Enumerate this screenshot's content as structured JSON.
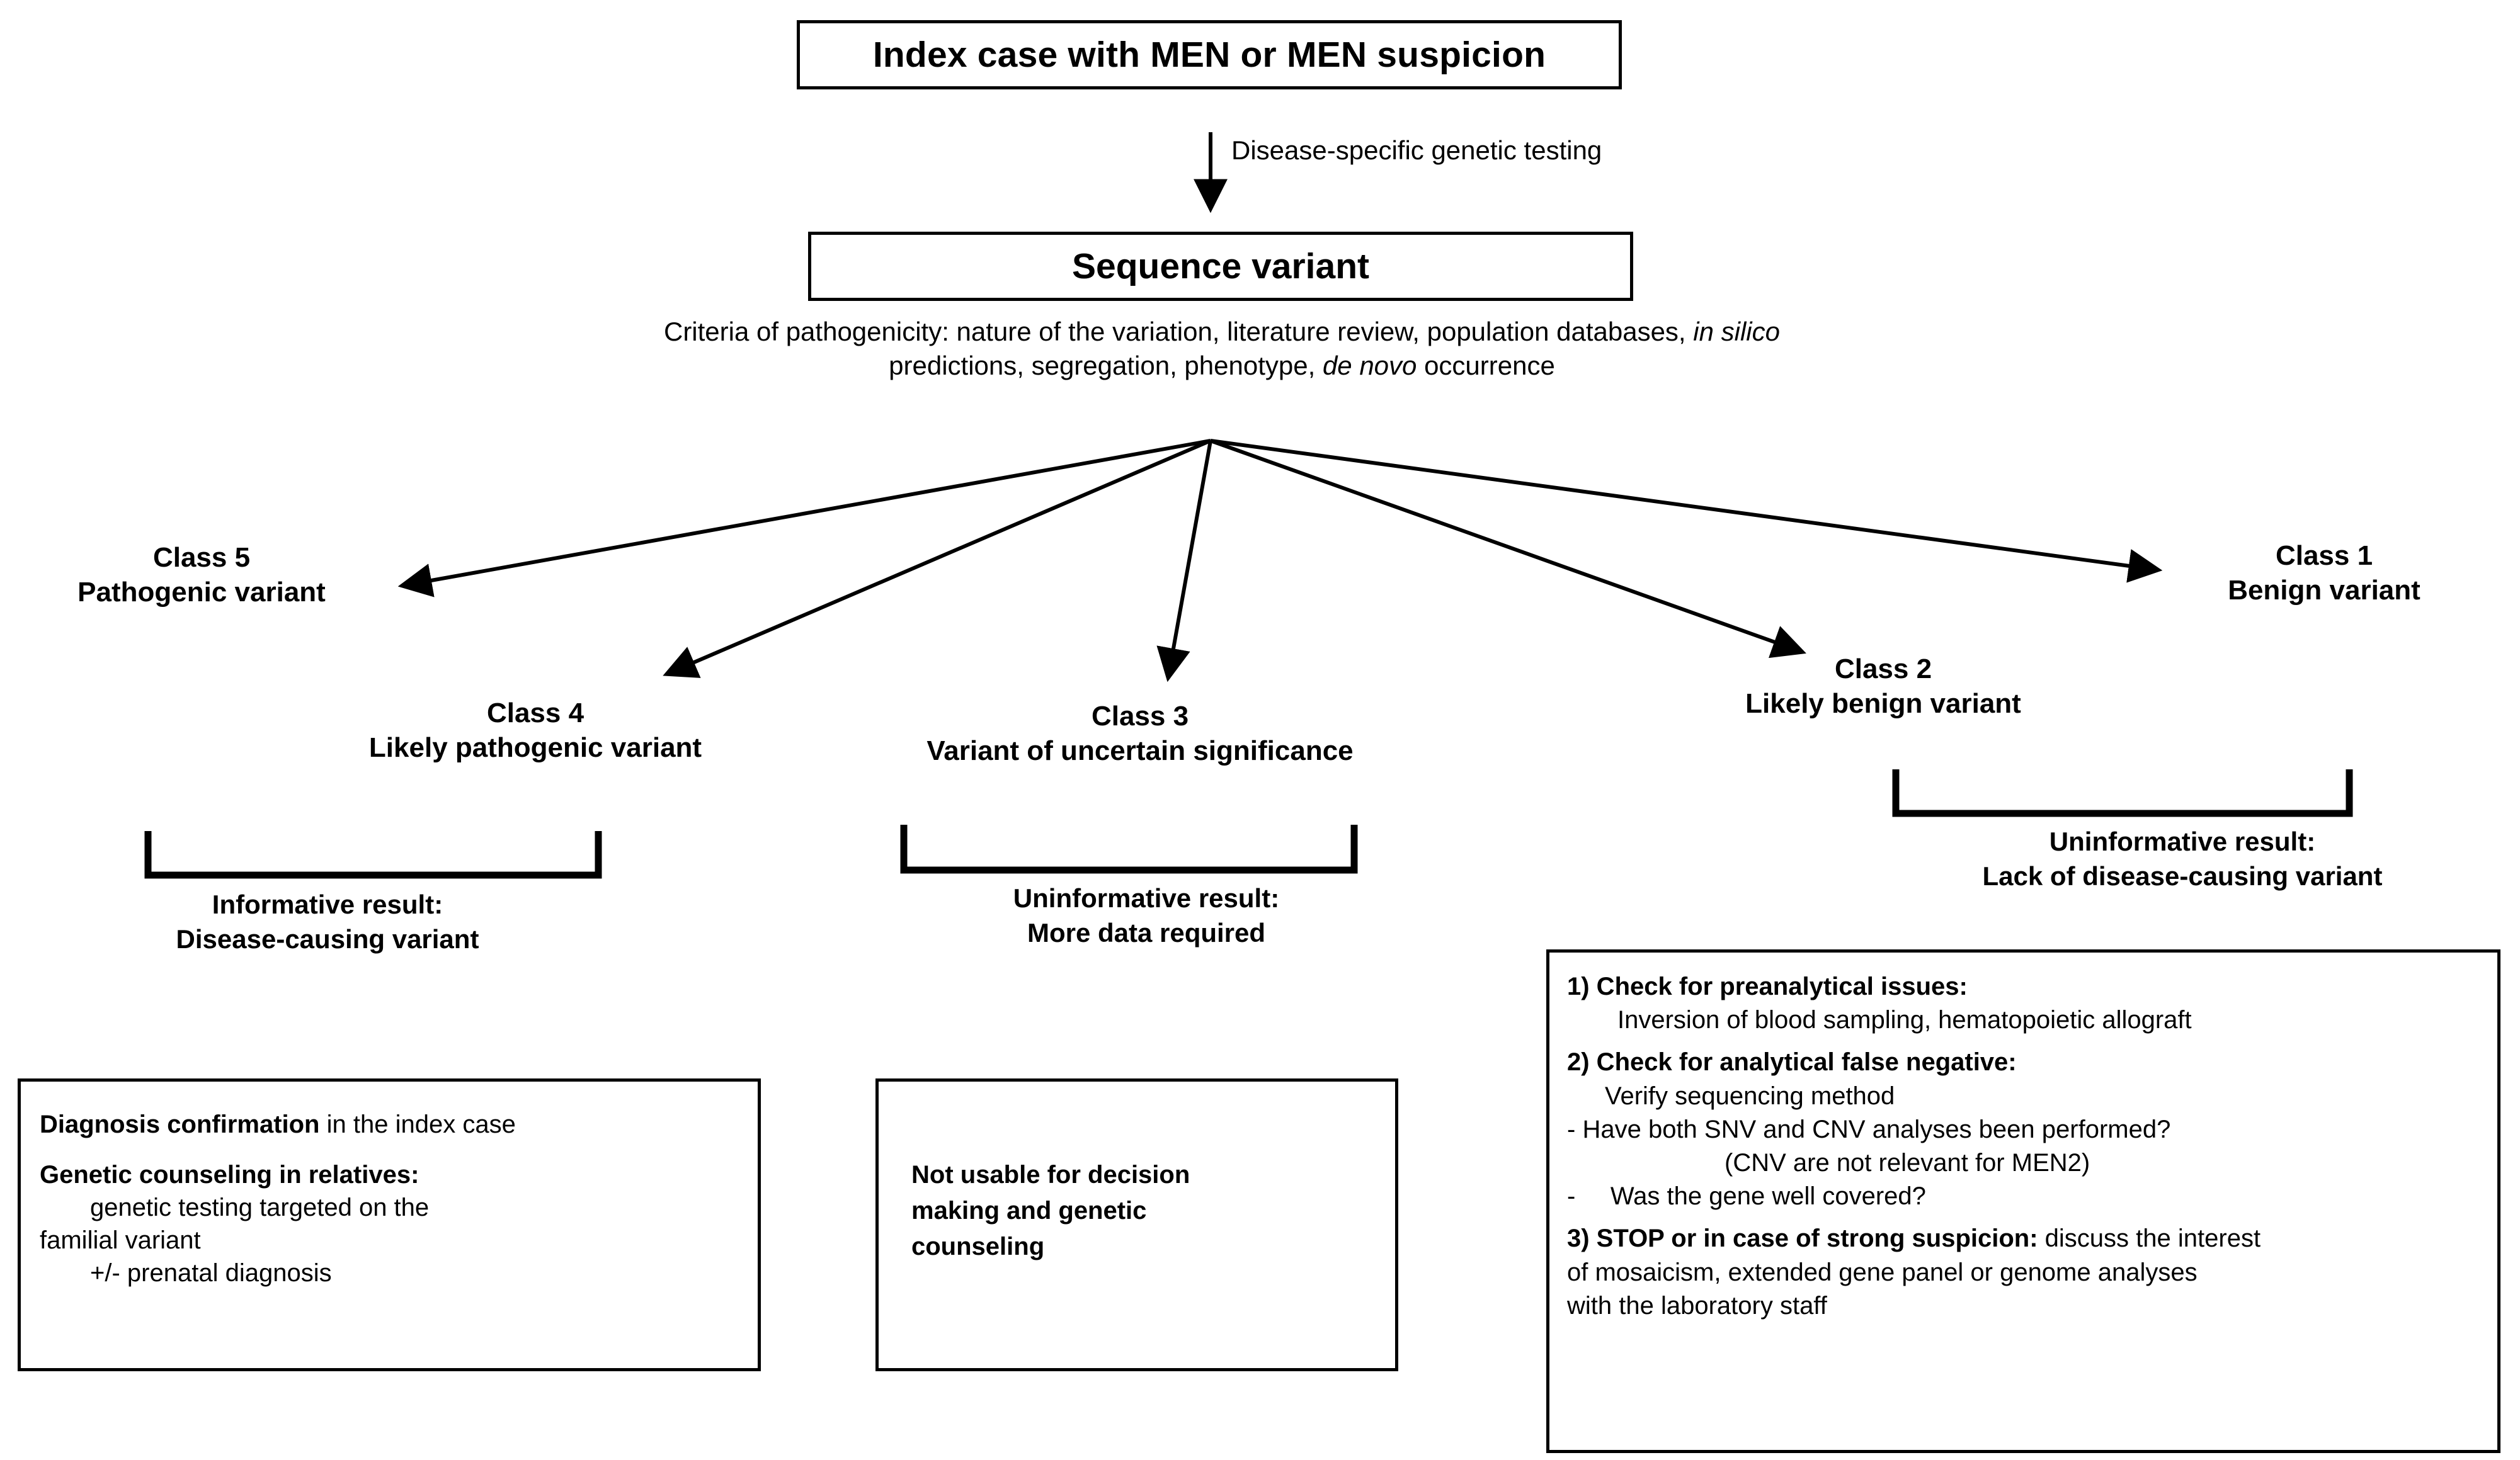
{
  "title_box": {
    "label": "Index case with MEN or MEN suspicion"
  },
  "arrow_caption": {
    "label": "Disease-specific genetic testing"
  },
  "sequence_box": {
    "label": "Sequence variant"
  },
  "criteria": {
    "line1_a": "Criteria of pathogenicity: nature of the variation, literature review, population databases, ",
    "line1_italic": "in silico",
    "line2_a": "predictions, segregation, phenotype, ",
    "line2_italic": "de novo",
    "line2_b": " occurrence"
  },
  "classes": [
    {
      "id": "class-5",
      "number": "Class 5",
      "name": "Pathogenic variant"
    },
    {
      "id": "class-4",
      "number": "Class 4",
      "name": "Likely pathogenic variant"
    },
    {
      "id": "class-3",
      "number": "Class 3",
      "name": "Variant of uncertain significance"
    },
    {
      "id": "class-2",
      "number": "Class 2",
      "name": "Likely benign variant"
    },
    {
      "id": "class-1",
      "number": "Class 1",
      "name": "Benign variant"
    }
  ],
  "brace_captions": {
    "left": {
      "line1": "Informative result:",
      "line2": "Disease-causing variant"
    },
    "middle": {
      "line1": "Uninformative result:",
      "line2": "More data required"
    },
    "right": {
      "line1": "Uninformative result:",
      "line2": "Lack of disease-causing variant"
    }
  },
  "outcome_left": {
    "l1_bold": "Diagnosis confirmation",
    "l1_rest": " in the index case",
    "l2_bold": "Genetic counseling in relatives:",
    "l3": "genetic testing targeted on the",
    "l4": "familial variant",
    "l5": "+/- prenatal diagnosis"
  },
  "outcome_middle": {
    "l1": "Not usable for decision",
    "l2": "making and genetic",
    "l3": "counseling"
  },
  "outcome_right": {
    "s1_bold": "1) Check for preanalytical issues:",
    "s1_sub": "Inversion of blood sampling, hematopoietic allograft",
    "s2_bold": "2) Check for analytical false negative:",
    "s2_sub": "Verify sequencing method",
    "s2_dash1_marker": "-",
    "s2_dash1": "Have both SNV and CNV analyses been performed?",
    "s2_note": "(CNV are not relevant for MEN2)",
    "s2_dash2_marker": "-",
    "s2_dash2": "Was the gene well covered?",
    "s3_bold": "3) STOP or in case of strong suspicion:",
    "s3_rest": " discuss the interest",
    "s3_l2": "of mosaicism, extended gene panel or genome analyses",
    "s3_l3": "with the laboratory staff"
  },
  "colors": {
    "line": "#000000",
    "background": "#ffffff",
    "text": "#000000"
  }
}
